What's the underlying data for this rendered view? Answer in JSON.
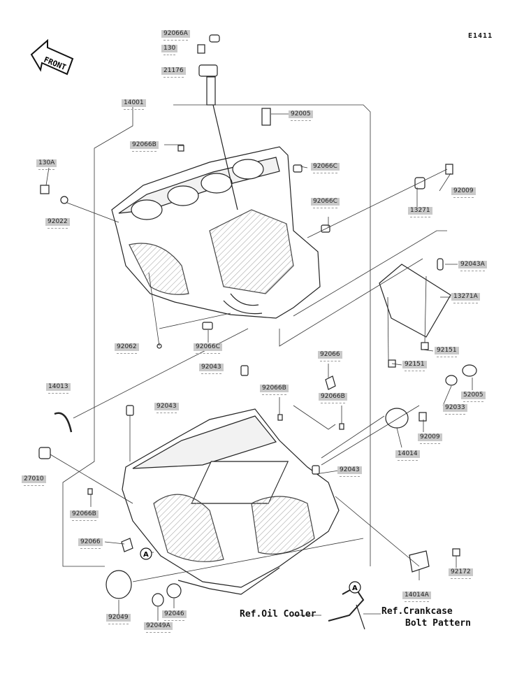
{
  "diagram_code": "E1411",
  "front_label": "FRONT",
  "parts": {
    "p92066A": "92066A",
    "p130": "130",
    "p21176": "21176",
    "p14001": "14001",
    "p92005": "92005",
    "p92066B_top": "92066B",
    "p130A": "130A",
    "p92066C_a": "92066C",
    "p92009_top": "92009",
    "p92022": "92022",
    "p92066C_b": "92066C",
    "p13271": "13271",
    "p92043A": "92043A",
    "p13271A": "13271A",
    "p92062": "92062",
    "p92066C_c": "92066C",
    "p92151_a": "92151",
    "p92043_top": "92043",
    "p92066_top": "92066",
    "p92151_b": "92151",
    "p52005": "52005",
    "p14013": "14013",
    "p92066B_mid": "92066B",
    "p92066B_right": "92066B",
    "p92043_left": "92043",
    "p92033": "92033",
    "p92009_bot": "92009",
    "p27010": "27010",
    "p14014": "14014",
    "p92043_right": "92043",
    "p92066B_low": "92066B",
    "p92066_low": "92066",
    "p92172": "92172",
    "p14014A": "14014A",
    "p92049": "92049",
    "p92046": "92046",
    "p92049A": "92049A"
  },
  "ref_marker": "A",
  "ref_oil_cooler": "Ref.Oil Cooler",
  "ref_crankcase_line1": "Ref.Crankcase",
  "ref_crankcase_line2": "Bolt Pattern"
}
